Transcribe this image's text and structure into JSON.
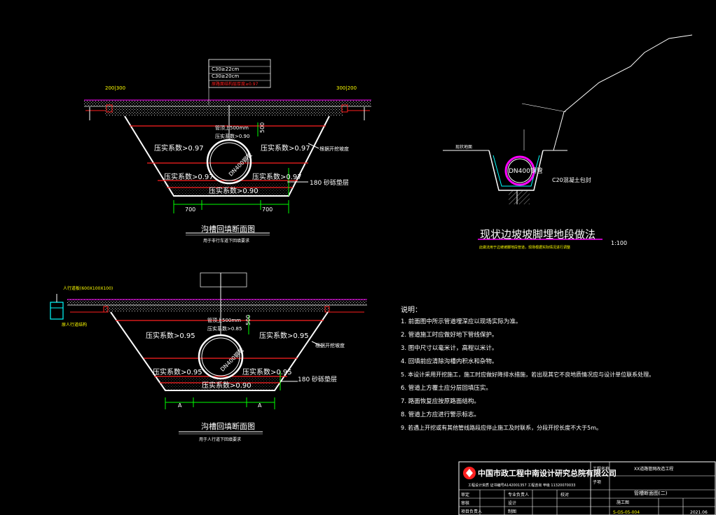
{
  "section1": {
    "title": "沟槽回填断面图",
    "subtitle": "用于非行车道下回填要求",
    "comp_left_top": "压实系数>0.97",
    "comp_right_top": "压实系数>0.97",
    "comp_left_mid": "压实系数>0.97",
    "comp_right_mid": "压实系数>0.97",
    "comp_bottom": "压实系数>0.90",
    "pipe_label": "DN400钢管",
    "pipe_note": "管顶上500mm",
    "pipe_note2": "压实系数>0.90",
    "dim_left": "700",
    "dim_right": "700",
    "dim_top_left": "200|300",
    "dim_top_right": "300|200",
    "dim_h": "500",
    "sand_label": "180 砂砾垫层",
    "slope_label": "根据开挖坡度",
    "layer1": "C30≥22cm",
    "layer2": "C30≥20cm",
    "layer_red": "原路面结构层厚度≥0.97"
  },
  "section2": {
    "title": "沟槽回填断面图",
    "subtitle": "用于人行道下回填要求",
    "comp_left_top": "压实系数>0.95",
    "comp_right_top": "压实系数>0.95",
    "comp_left_mid": "压实系数>0.95",
    "comp_right_mid": "压实系数>0.95",
    "comp_bottom": "压实系数>0.90",
    "pipe_label": "DN400钢管",
    "pipe_note": "管顶上500mm",
    "pipe_note2": "压实系数>0.85",
    "dim_left": "A",
    "dim_right": "A",
    "dim_h": "500",
    "sand_label": "180 砂砾垫层",
    "slope_label": "根据开挖坡度",
    "curb_label": "人行道板(600X100X100)",
    "box_label": "原人行道结构"
  },
  "slope_detail": {
    "title": "现状边坡坡脚埋地段做法",
    "scale": "1:100",
    "note": "此做法用于边坡坡脚地段管道，现场根据实际情况进行调整",
    "pipe_label": "DN400钢管",
    "concrete_label": "C20混凝土包封",
    "ground_label": "现状地面"
  },
  "notes": {
    "heading": "说明：",
    "items": [
      "1. 前面图中所示管道埋深应以现场实际为准。",
      "2. 管道施工时应做好地下管线保护。",
      "3. 图中尺寸以毫米计，高程以米计。",
      "4. 回填前应清除沟槽内积水和杂物。",
      "5. 本设计采用开挖施工，施工时应做好降排水措施，若出现其它不良地质情况应与设计单位联系处理。",
      "6. 管道上方覆土应分层回填压实。",
      "7. 路面恢复应按原路面结构。",
      "8. 管道上方应进行警示标志。",
      "9. 若遇上开挖或有其他管线路段应停止施工及时联系，分段开挖长度不大于5m。"
    ]
  },
  "title_block": {
    "company": "中国市政工程中南设计研究总院有限公司",
    "cert": "工程设计资质 证书编号A142001357 工程咨询 甲级 11320070033",
    "project_label": "工程名称",
    "project_name": "XX道路管网改造工程",
    "sub_label": "子项",
    "drawing_name": "管槽断面图(二)",
    "stage": "施工图",
    "drawing_no": "S-GS-05-004",
    "date": "2021.06",
    "row1": [
      "审定",
      "专业负责人",
      "校对"
    ],
    "row2": [
      "审核",
      "设计"
    ],
    "row3": [
      "项目负责人",
      "制图"
    ]
  }
}
